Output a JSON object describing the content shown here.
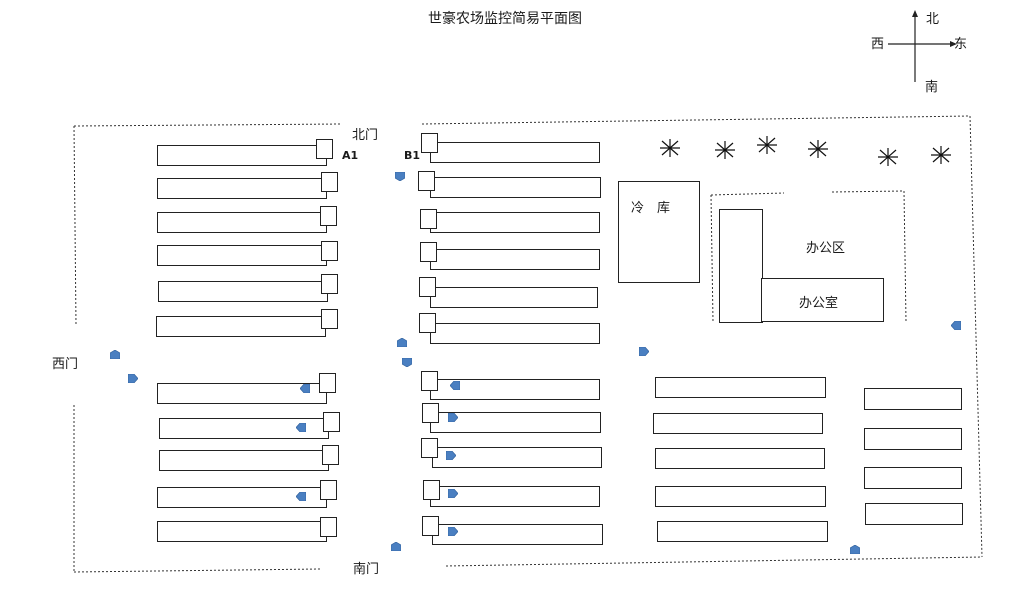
{
  "title": "世豪农场监控简易平面图",
  "compass": {
    "north": "北",
    "south": "南",
    "east": "东",
    "west": "西"
  },
  "gates": {
    "north": "北门",
    "south": "南门",
    "west": "西门"
  },
  "labels": {
    "a1": "A1",
    "b1": "B1",
    "cold_storage": "冷　库",
    "office_area": "办公区",
    "office_room": "办公室"
  },
  "colors": {
    "camera": "#4a7fc1",
    "camera_edge": "#2f5f9a",
    "line": "#222222"
  }
}
